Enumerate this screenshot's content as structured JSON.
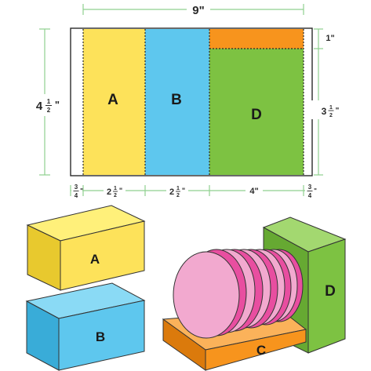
{
  "pattern": {
    "total_width": "9\"",
    "height": {
      "whole": "4",
      "num": "1",
      "den": "2",
      "inch": "\""
    },
    "top_strip": "1\"",
    "right_height": {
      "whole": "3",
      "num": "1",
      "den": "2",
      "inch": "\""
    },
    "bottom": {
      "margin_left": {
        "num": "3",
        "den": "4",
        "inch": "\""
      },
      "a_width": {
        "whole": "2",
        "num": "1",
        "den": "2",
        "inch": "\""
      },
      "b_width": {
        "whole": "2",
        "num": "1",
        "den": "2",
        "inch": "\""
      },
      "d_width": "4\"",
      "margin_right": {
        "num": "3",
        "den": "4",
        "inch": "\""
      }
    },
    "panels": {
      "a": "A",
      "b": "B",
      "d": "D"
    }
  },
  "blocks": {
    "a": "A",
    "b": "B",
    "c": "C",
    "d": "D"
  },
  "colors": {
    "yellow": "#fde25a",
    "blue": "#5ec7ee",
    "green": "#7dc242",
    "orange": "#f7941d",
    "pink": "#e84ea0",
    "light_pink": "#f2a9cf"
  }
}
